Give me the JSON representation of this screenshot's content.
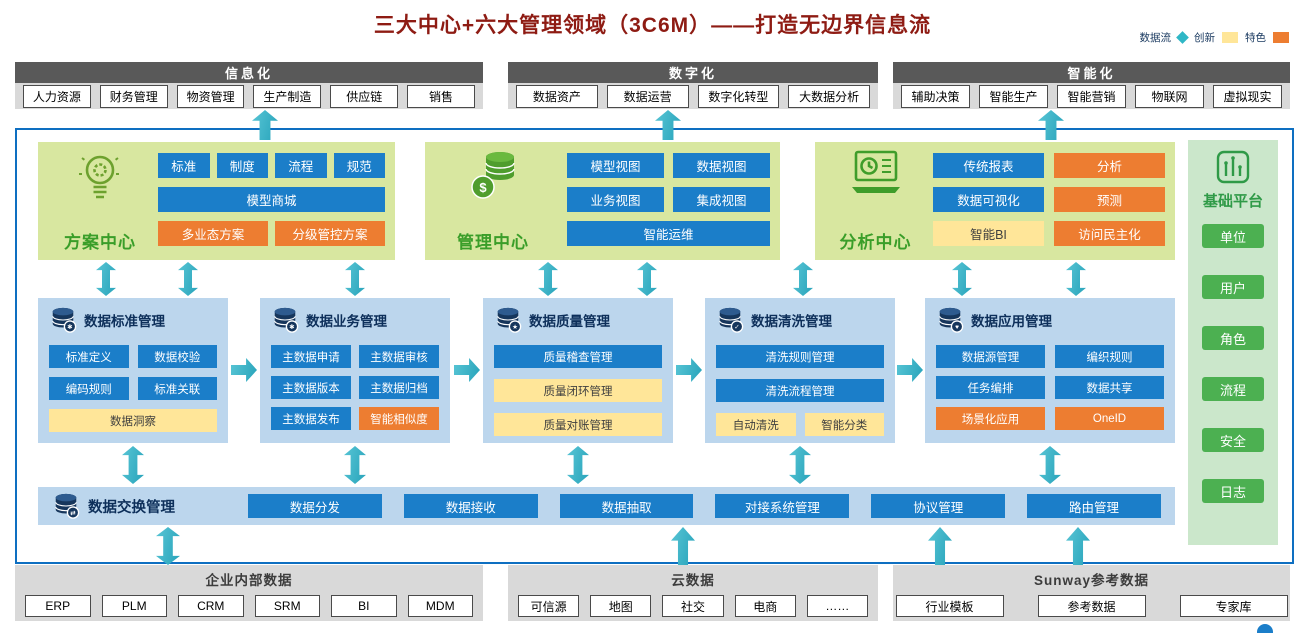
{
  "title": "三大中心+六大管理领域（3C6M）——打造无边界信息流",
  "legend": {
    "dataflow": "数据流",
    "innovation": "创新",
    "special": "特色"
  },
  "top": {
    "info": {
      "title": "信息化",
      "items": [
        "人力资源",
        "财务管理",
        "物资管理",
        "生产制造",
        "供应链",
        "销售"
      ]
    },
    "digital": {
      "title": "数字化",
      "items": [
        "数据资产",
        "数据运营",
        "数字化转型",
        "大数据分析"
      ]
    },
    "intel": {
      "title": "智能化",
      "items": [
        "辅助决策",
        "智能生产",
        "智能营销",
        "物联网",
        "虚拟现实"
      ]
    }
  },
  "centers": {
    "solution": {
      "title": "方案中心",
      "row1": [
        "标准",
        "制度",
        "流程",
        "规范"
      ],
      "mall": "模型商城",
      "orange": [
        "多业态方案",
        "分级管控方案"
      ]
    },
    "management": {
      "title": "管理中心",
      "views": [
        "模型视图",
        "数据视图",
        "业务视图",
        "集成视图"
      ],
      "wide": "智能运维"
    },
    "analysis": {
      "title": "分析中心",
      "left": [
        "传统报表",
        "数据可视化",
        "智能BI"
      ],
      "right": [
        "分析",
        "预测",
        "访问民主化"
      ]
    }
  },
  "platform": {
    "title": "基础平台",
    "items": [
      "单位",
      "用户",
      "角色",
      "流程",
      "安全",
      "日志"
    ]
  },
  "mgmt": {
    "standard": {
      "title": "数据标准管理",
      "b": [
        "标准定义",
        "数据校验",
        "编码规则",
        "标准关联"
      ],
      "y": "数据洞察"
    },
    "business": {
      "title": "数据业务管理",
      "b": [
        "主数据申请",
        "主数据审核",
        "主数据版本",
        "主数据归档",
        "主数据发布"
      ],
      "o": "智能相似度"
    },
    "quality": {
      "title": "数据质量管理",
      "b": "质量稽查管理",
      "y": [
        "质量闭环管理",
        "质量对账管理"
      ]
    },
    "cleaning": {
      "title": "数据清洗管理",
      "b": [
        "清洗规则管理",
        "清洗流程管理"
      ],
      "y": [
        "自动清洗",
        "智能分类"
      ]
    },
    "application": {
      "title": "数据应用管理",
      "b": [
        "数据源管理",
        "编织规则",
        "任务编排",
        "数据共享"
      ],
      "o": [
        "场景化应用",
        "OneID"
      ]
    }
  },
  "exchange": {
    "title": "数据交换管理",
    "items": [
      "数据分发",
      "数据接收",
      "数据抽取",
      "对接系统管理",
      "协议管理",
      "路由管理"
    ]
  },
  "bottom": {
    "internal": {
      "title": "企业内部数据",
      "items": [
        "ERP",
        "PLM",
        "CRM",
        "SRM",
        "BI",
        "MDM"
      ]
    },
    "cloud": {
      "title": "云数据",
      "items": [
        "可信源",
        "地图",
        "社交",
        "电商",
        "……"
      ]
    },
    "sunway": {
      "title": "Sunway参考数据",
      "items": [
        "行业模板",
        "参考数据",
        "专家库"
      ]
    }
  },
  "icons": {
    "coin": "$",
    "badges": {
      "standard": "✱",
      "business": "✱",
      "quality": "★",
      "cleaning": "✓",
      "application": "♥",
      "exchange": "⇄"
    }
  },
  "colors": {
    "blue_button": "#1b7ec9",
    "orange_button": "#ed7d31",
    "yellow_button": "#ffe699",
    "green_button": "#4cb051",
    "arrow_teal": "#35b4c7",
    "center_green": "#d8e7a0",
    "box_blue": "#bcd6ed",
    "header_gray": "#595959",
    "title_red": "#8e1b13"
  }
}
